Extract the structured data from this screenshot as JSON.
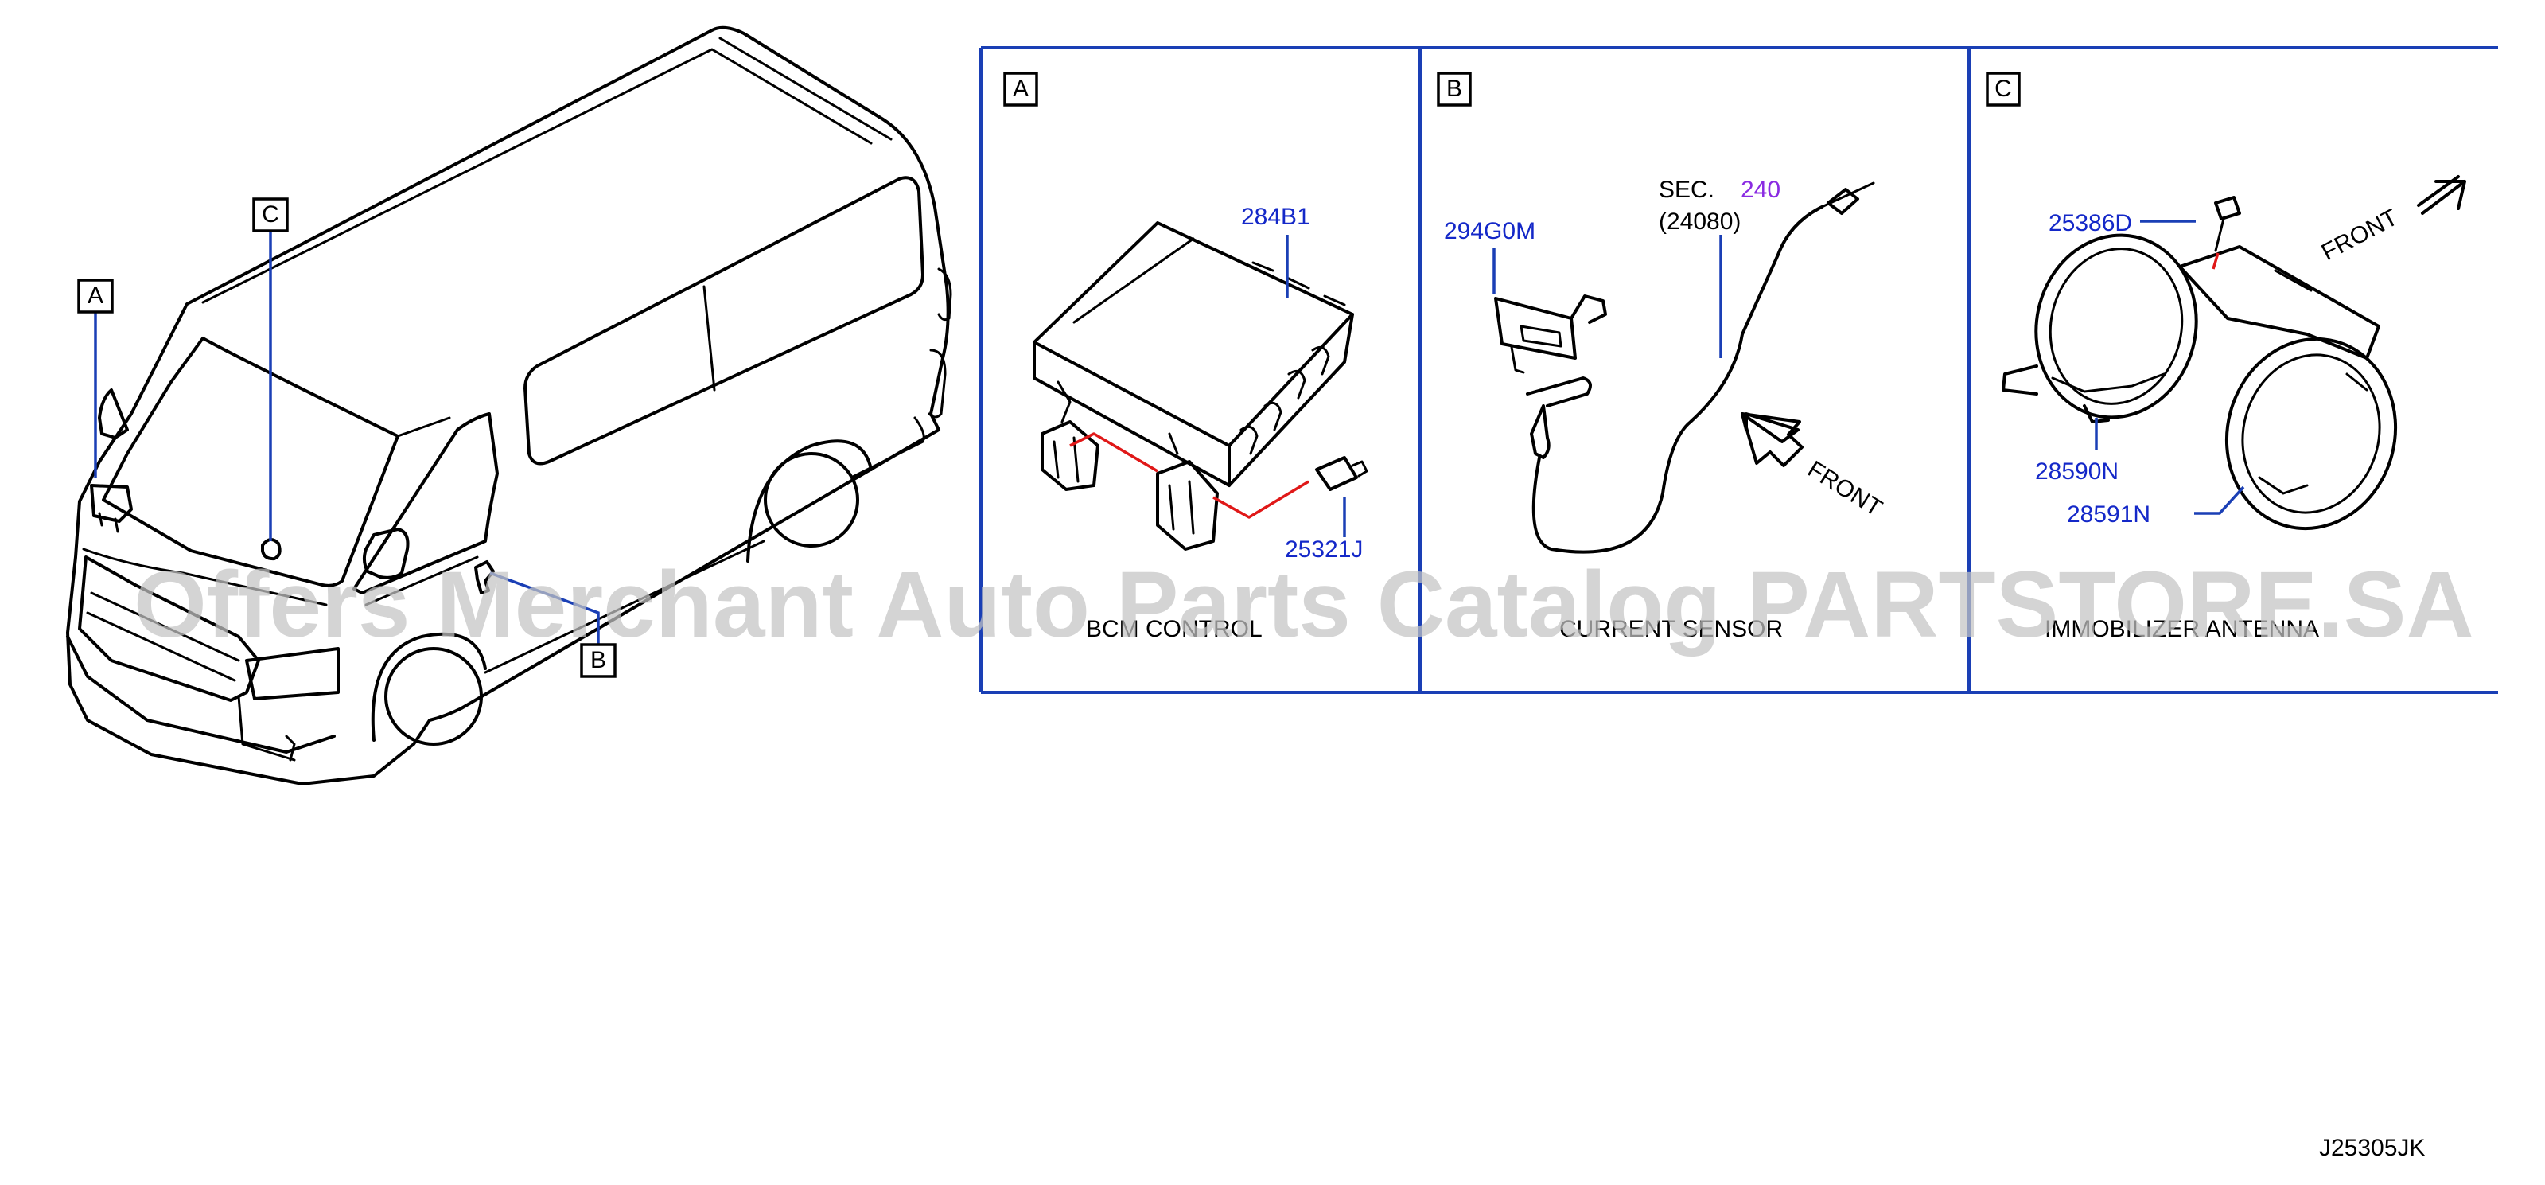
{
  "callouts": {
    "a": "A",
    "b": "B",
    "c": "C"
  },
  "panels": {
    "a": {
      "letter": "A",
      "caption": "BCM CONTROL",
      "parts": [
        "284B1",
        "25321J"
      ]
    },
    "b": {
      "letter": "B",
      "caption": "CURRENT SENSOR",
      "parts": [
        "294G0M"
      ],
      "sec_label": "SEC.",
      "sec_number": "240",
      "sec_ref": "(24080)",
      "front_label": "FRONT"
    },
    "c": {
      "letter": "C",
      "caption": "IMMOBILIZER ANTENNA",
      "parts": [
        "25386D",
        "28590N",
        "28591N"
      ],
      "front_label": "FRONT"
    }
  },
  "watermark": "Offers Merchant Auto Parts Catalog PARTSTORE.SA",
  "diagram_code": "J25305JK",
  "colors": {
    "part_number": "#1428c8",
    "panel_border": "#1a3fb5",
    "section_link": "#8a2be2",
    "highlight_line": "#e01818"
  }
}
